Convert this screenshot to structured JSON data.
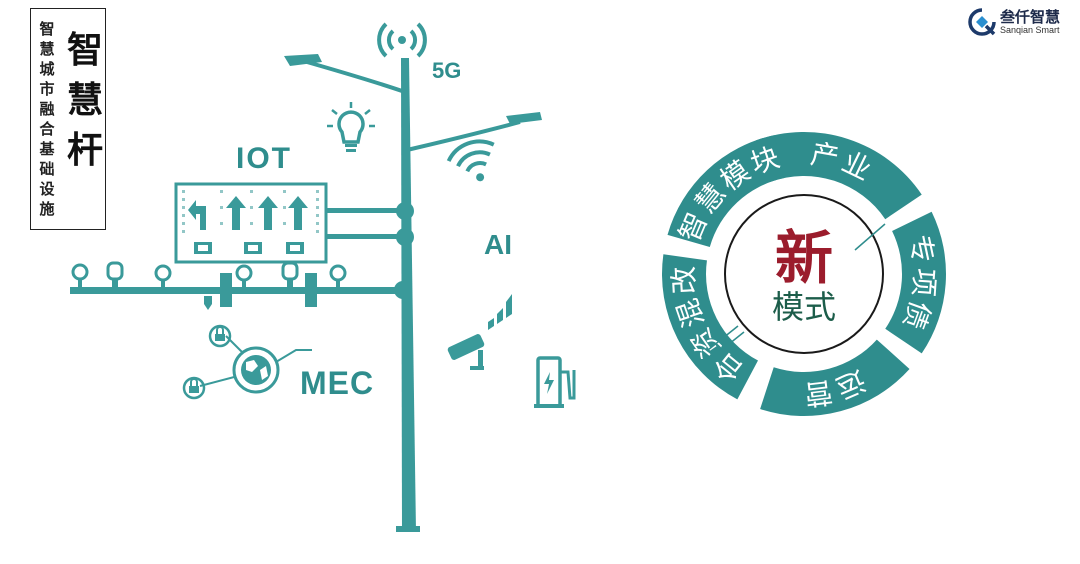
{
  "title": {
    "main_chars": [
      "智",
      "慧",
      "杆"
    ],
    "sub_chars": [
      "智",
      "慧",
      "城",
      "市",
      "融",
      "合",
      "基",
      "础",
      "设",
      "施"
    ]
  },
  "logo": {
    "name_cn": "叁仟智慧",
    "name_en": "Sanqian Smart"
  },
  "pole_labels": {
    "fiveg": "5G",
    "iot": "IOT",
    "ai": "AI",
    "mec": "MEC"
  },
  "ring": {
    "center_line1": "新",
    "center_line2": "模式",
    "segments": [
      {
        "text": "产业"
      },
      {
        "text": "专项债"
      },
      {
        "text": "运营"
      },
      {
        "text": "合资混改"
      },
      {
        "text": "智慧模块"
      }
    ],
    "colors": {
      "teal": "#2f8d8d",
      "new_char": "#9b1c2c",
      "mode_text": "#1c5d4a"
    }
  },
  "icons": [
    "wifi-antenna-icon",
    "lightbulb-icon",
    "wifi-signal-icon",
    "signal-bars-icon",
    "cctv-camera-icon",
    "ev-charger-icon",
    "lock-icon",
    "globe-icon",
    "traffic-sign-icon",
    "street-lamp-icon"
  ]
}
